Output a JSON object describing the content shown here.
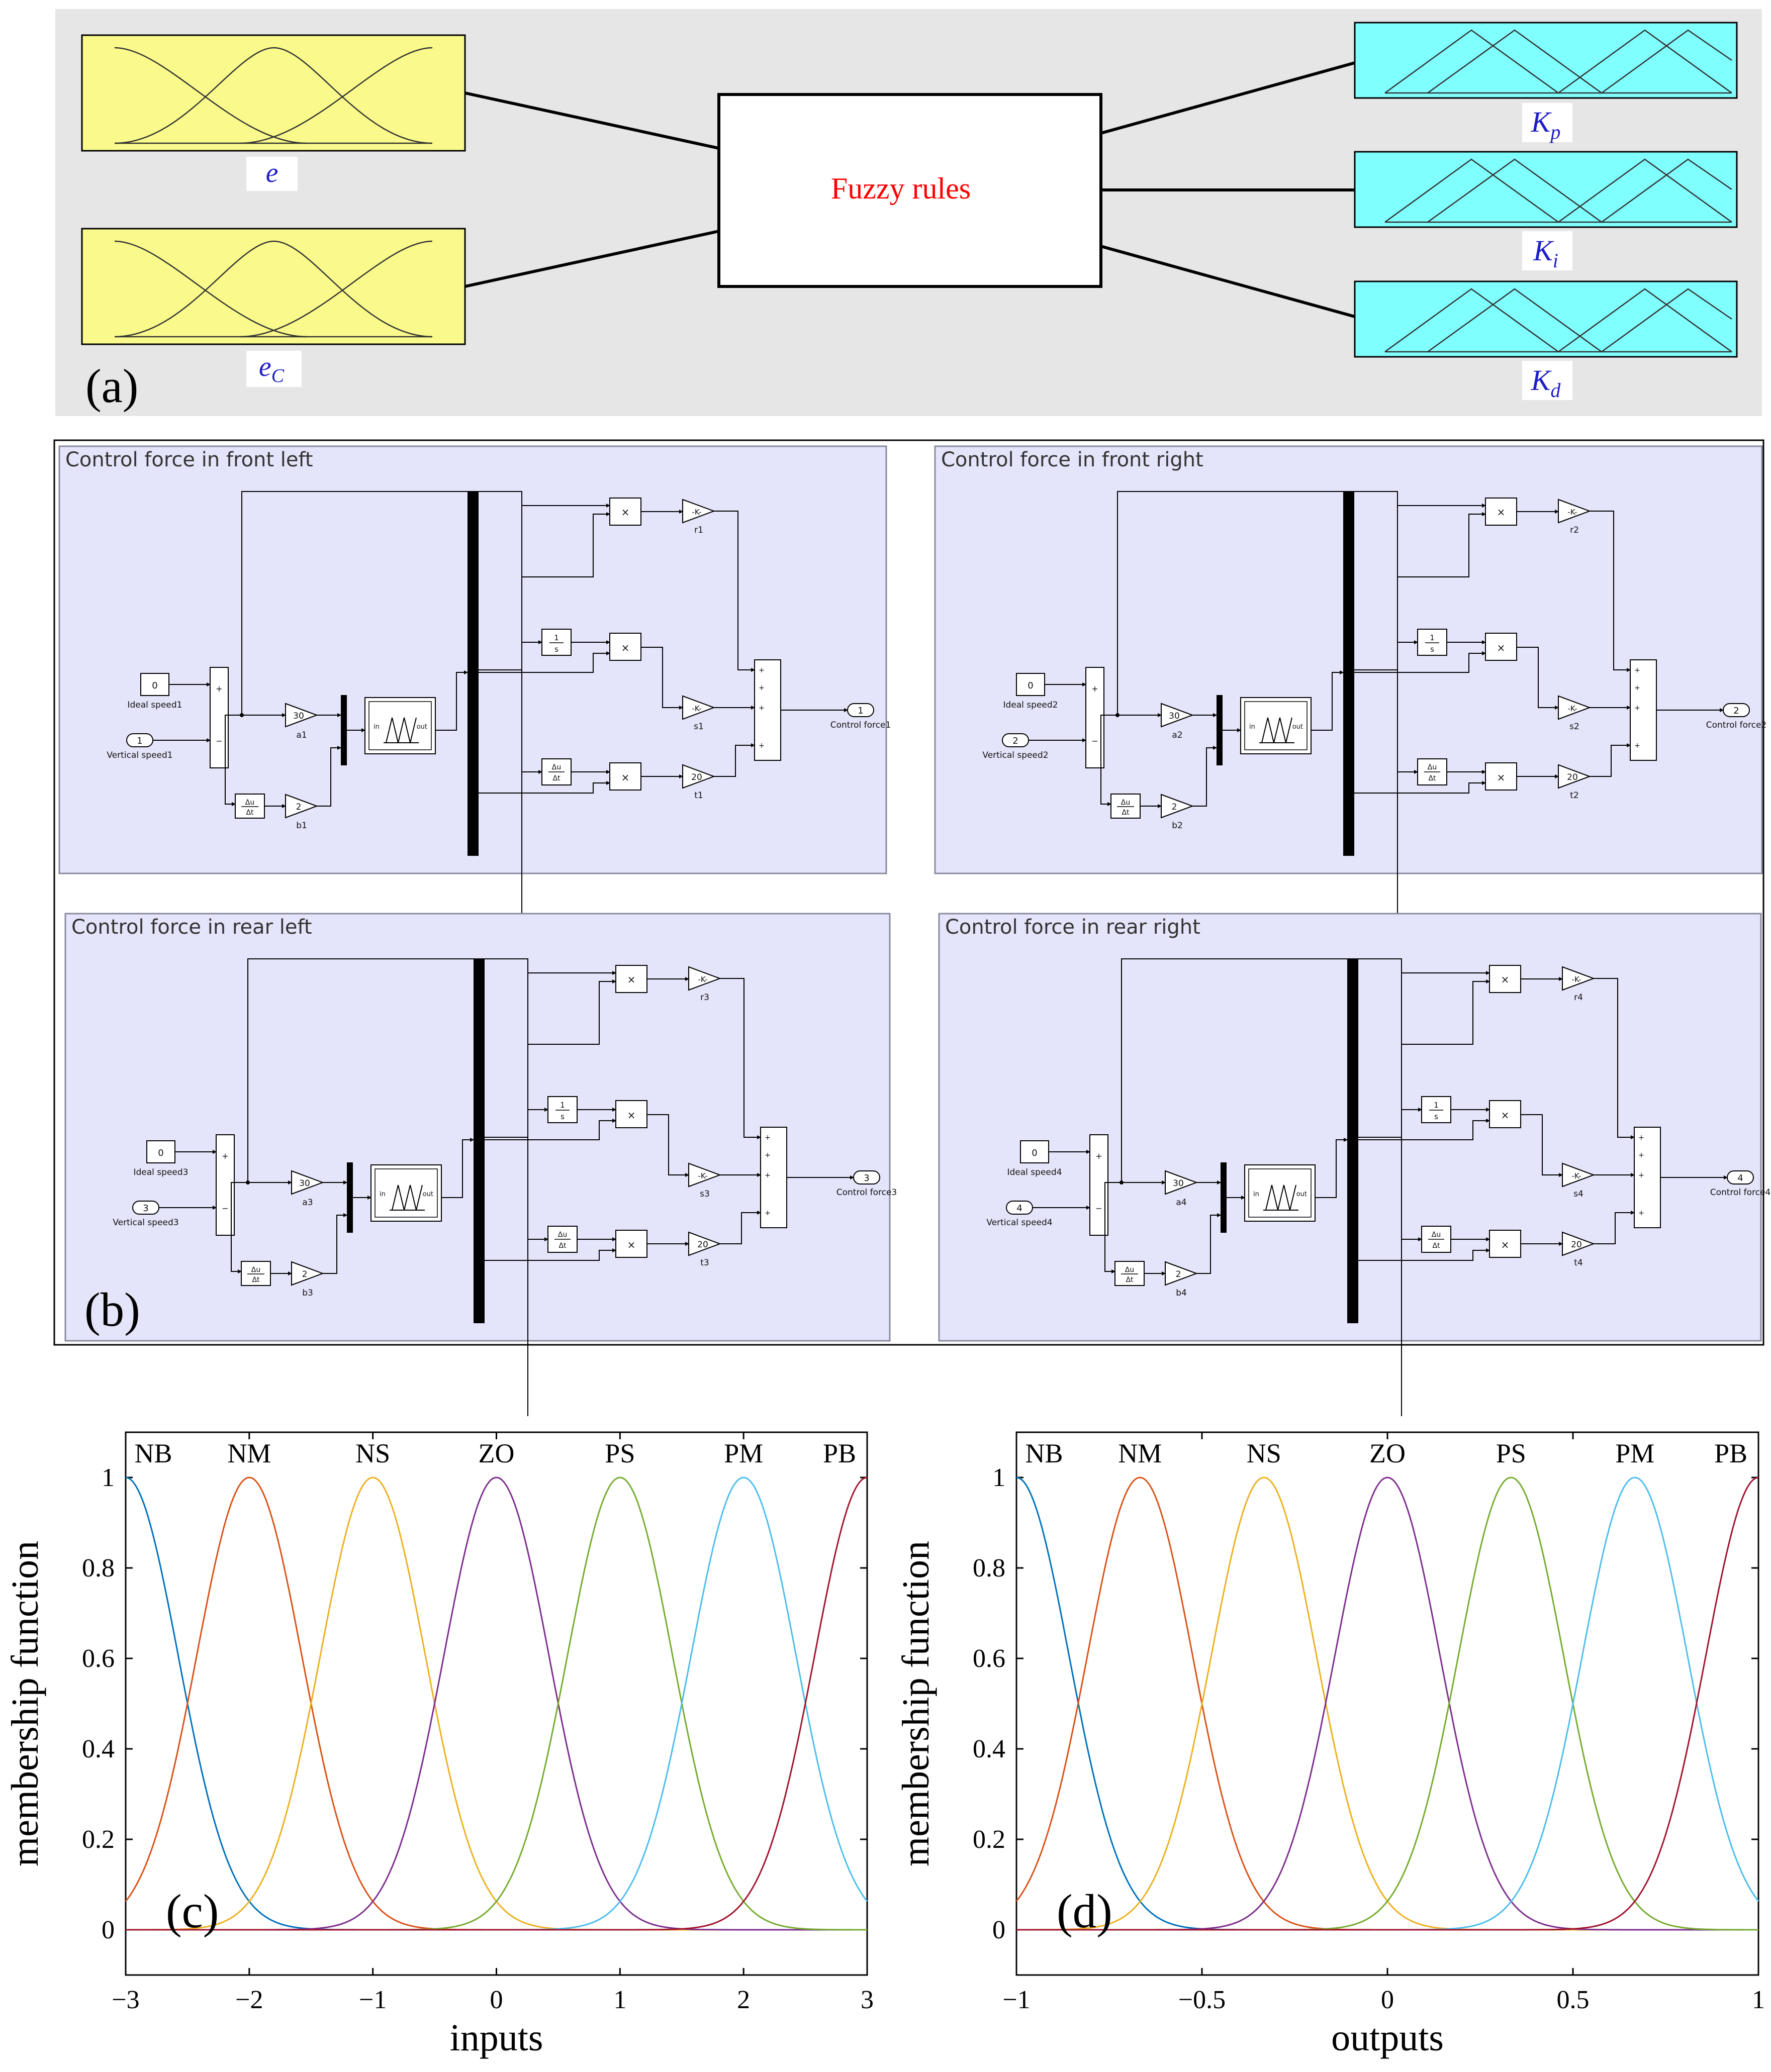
{
  "panel_a": {
    "panel_label": "(a)",
    "inputs": [
      {
        "label": "e",
        "base": "e",
        "sub": ""
      },
      {
        "label": "eC",
        "base": "e",
        "sub": "C"
      }
    ],
    "center_label": "Fuzzy rules",
    "outputs": [
      {
        "label": "Kp",
        "base": "K",
        "sub": "p"
      },
      {
        "label": "Ki",
        "base": "K",
        "sub": "i"
      },
      {
        "label": "Kd",
        "base": "K",
        "sub": "d"
      }
    ],
    "colors": {
      "background": "#e6e6e6",
      "input_fill": "#fafa8c",
      "output_fill": "#80ffff",
      "rule_text": "#ff0000",
      "label_text": "#1f1fc8"
    }
  },
  "panel_b": {
    "panel_label": "(b)",
    "colors": {
      "subsystem_fill": "#e4e4fa"
    },
    "block_text": {
      "zero": "0",
      "gain_a": "30",
      "gain_b": "2",
      "gain_r": "-K-",
      "gain_t": "20",
      "mult": "×",
      "in_port": "in",
      "out_port": "out",
      "int_num": "1",
      "int_den": "s",
      "der_num": "Δu",
      "der_den": "Δt",
      "plus": "+",
      "minus": "−"
    },
    "subsystems": [
      {
        "title": "Control force in front left",
        "ideal": "Ideal speed1",
        "vertical": "Vertical speed1",
        "vert_port": "1",
        "a": "a1",
        "b": "b1",
        "r": "r1",
        "s": "s1",
        "t": "t1",
        "out_port": "1",
        "output": "Control force1"
      },
      {
        "title": "Control force in front right",
        "ideal": "Ideal speed2",
        "vertical": "Vertical speed2",
        "vert_port": "2",
        "a": "a2",
        "b": "b2",
        "r": "r2",
        "s": "s2",
        "t": "t2",
        "out_port": "2",
        "output": "Control force2"
      },
      {
        "title": "Control force in rear left",
        "ideal": "Ideal speed3",
        "vertical": "Vertical speed3",
        "vert_port": "3",
        "a": "a3",
        "b": "b3",
        "r": "r3",
        "s": "s3",
        "t": "t3",
        "out_port": "3",
        "output": "Control force3"
      },
      {
        "title": "Control force in rear right",
        "ideal": "Ideal speed4",
        "vertical": "Vertical speed4",
        "vert_port": "4",
        "a": "a4",
        "b": "b4",
        "r": "r4",
        "s": "s4",
        "t": "t4",
        "out_port": "4",
        "output": "Control force4"
      }
    ]
  },
  "chart_data": [
    {
      "type": "line",
      "panel_label": "(c)",
      "xlabel": "inputs",
      "ylabel": "membership function",
      "xlim": [
        -3,
        3
      ],
      "ylim": [
        -0.1,
        1.1
      ],
      "xticks": [
        -3,
        -2,
        -1,
        0,
        1,
        2,
        3
      ],
      "xtick_labels": [
        "−3",
        "−2",
        "−1",
        "0",
        "1",
        "2",
        "3"
      ],
      "yticks": [
        0,
        0.2,
        0.4,
        0.6,
        0.8,
        1
      ],
      "ytick_labels": [
        "0",
        "0.2",
        "0.4",
        "0.6",
        "0.8",
        "1"
      ],
      "grid": false,
      "function": "gaussian",
      "sigma": 0.425,
      "series": [
        {
          "name": "NB",
          "center": -3,
          "color": "#0072bd"
        },
        {
          "name": "NM",
          "center": -2,
          "color": "#d95319"
        },
        {
          "name": "NS",
          "center": -1,
          "color": "#edb120"
        },
        {
          "name": "ZO",
          "center": 0,
          "color": "#7e2f8e"
        },
        {
          "name": "PS",
          "center": 1,
          "color": "#77ac30"
        },
        {
          "name": "PM",
          "center": 2,
          "color": "#4dbeee"
        },
        {
          "name": "PB",
          "center": 3,
          "color": "#a2142f"
        }
      ]
    },
    {
      "type": "line",
      "panel_label": "(d)",
      "xlabel": "outputs",
      "ylabel": "membership function",
      "xlim": [
        -1,
        1
      ],
      "ylim": [
        -0.1,
        1.1
      ],
      "xticks": [
        -1,
        -0.5,
        0,
        0.5,
        1
      ],
      "xtick_labels": [
        "−1",
        "−0.5",
        "0",
        "0.5",
        "1"
      ],
      "yticks": [
        0,
        0.2,
        0.4,
        0.6,
        0.8,
        1
      ],
      "ytick_labels": [
        "0",
        "0.2",
        "0.4",
        "0.6",
        "0.8",
        "1"
      ],
      "grid": false,
      "function": "gaussian",
      "sigma": 0.1417,
      "series": [
        {
          "name": "NB",
          "center": -1,
          "color": "#0072bd"
        },
        {
          "name": "NM",
          "center": -0.667,
          "color": "#d95319"
        },
        {
          "name": "NS",
          "center": -0.333,
          "color": "#edb120"
        },
        {
          "name": "ZO",
          "center": 0,
          "color": "#7e2f8e"
        },
        {
          "name": "PS",
          "center": 0.333,
          "color": "#77ac30"
        },
        {
          "name": "PM",
          "center": 0.667,
          "color": "#4dbeee"
        },
        {
          "name": "PB",
          "center": 1,
          "color": "#a2142f"
        }
      ]
    }
  ]
}
